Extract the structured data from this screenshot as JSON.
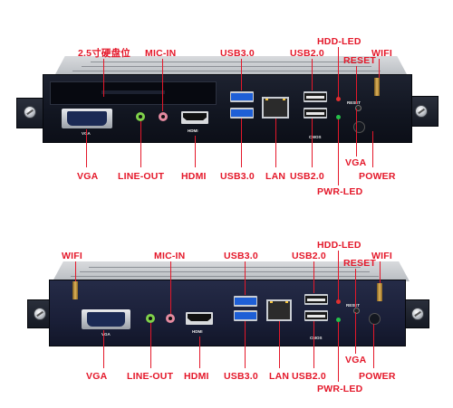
{
  "product_a": {
    "labels": {
      "drive_bay": "2.5寸硬盘位",
      "mic_in": "MIC-IN",
      "usb30_top": "USB3.0",
      "usb20_top": "USB2.0",
      "hdd_led": "HDD-LED",
      "reset": "RESET",
      "wifi": "WIFI",
      "vga": "VGA",
      "line_out": "LINE-OUT",
      "hdmi": "HDMI",
      "usb30_bottom": "USB3.0",
      "lan": "LAN",
      "usb20_bottom": "USB2.0",
      "pwr_led": "PWR-LED",
      "vga_right": "VGA",
      "power": "POWER"
    },
    "panel": {
      "vga": "VGA",
      "hdmi": "HDMI",
      "cmos": "CMOS",
      "reset": "RESET"
    }
  },
  "product_b": {
    "labels": {
      "wifi_left": "WIFI",
      "mic_in": "MIC-IN",
      "usb30_top": "USB3.0",
      "usb20_top": "USB2.0",
      "hdd_led": "HDD-LED",
      "reset": "RESET",
      "wifi": "WIFI",
      "vga": "VGA",
      "line_out": "LINE-OUT",
      "hdmi": "HDMI",
      "usb30_bottom": "USB3.0",
      "lan": "LAN",
      "usb20_bottom": "USB2.0",
      "pwr_led": "PWR-LED",
      "vga_right": "VGA",
      "power": "POWER"
    },
    "panel": {
      "vga": "VGA",
      "hdmi": "HDMI",
      "cmos": "CMOS",
      "reset": "RESET"
    }
  },
  "colors": {
    "label": "#e4182a",
    "usb3": "#1e5fd6",
    "chassis": "#111520"
  }
}
